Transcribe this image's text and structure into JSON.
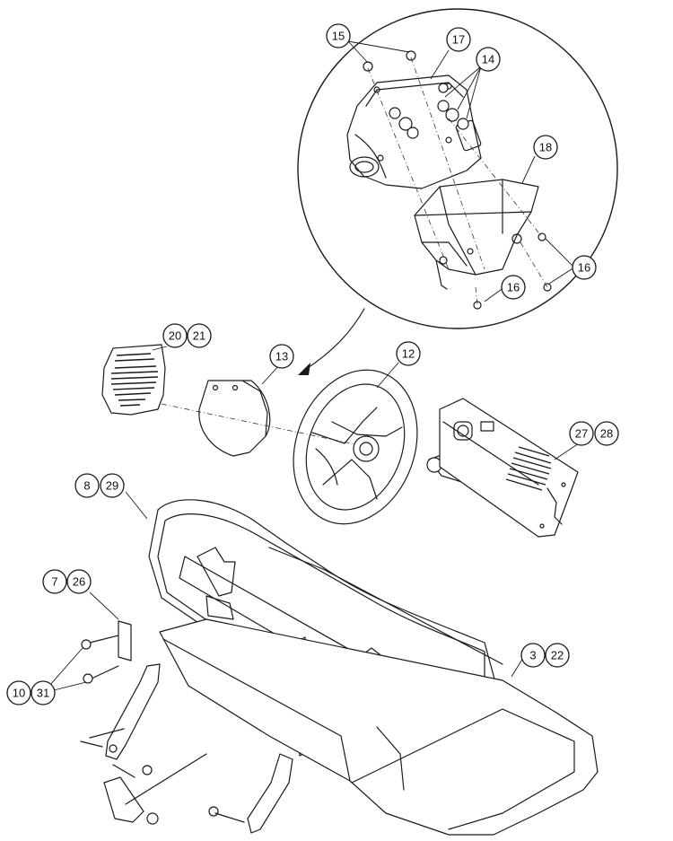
{
  "diagram": {
    "callouts": [
      {
        "id": "c15",
        "label": "15"
      },
      {
        "id": "c17",
        "label": "17"
      },
      {
        "id": "c14",
        "label": "14"
      },
      {
        "id": "c18",
        "label": "18"
      },
      {
        "id": "c16a",
        "label": "16"
      },
      {
        "id": "c16b",
        "label": "16"
      },
      {
        "id": "c20",
        "label": "20"
      },
      {
        "id": "c21",
        "label": "21"
      },
      {
        "id": "c13",
        "label": "13"
      },
      {
        "id": "c12",
        "label": "12"
      },
      {
        "id": "c27",
        "label": "27"
      },
      {
        "id": "c28",
        "label": "28"
      },
      {
        "id": "c8",
        "label": "8"
      },
      {
        "id": "c29",
        "label": "29"
      },
      {
        "id": "c7",
        "label": "7"
      },
      {
        "id": "c26",
        "label": "26"
      },
      {
        "id": "c3",
        "label": "3"
      },
      {
        "id": "c22",
        "label": "22"
      },
      {
        "id": "c10",
        "label": "10"
      },
      {
        "id": "c31",
        "label": "31"
      }
    ]
  }
}
